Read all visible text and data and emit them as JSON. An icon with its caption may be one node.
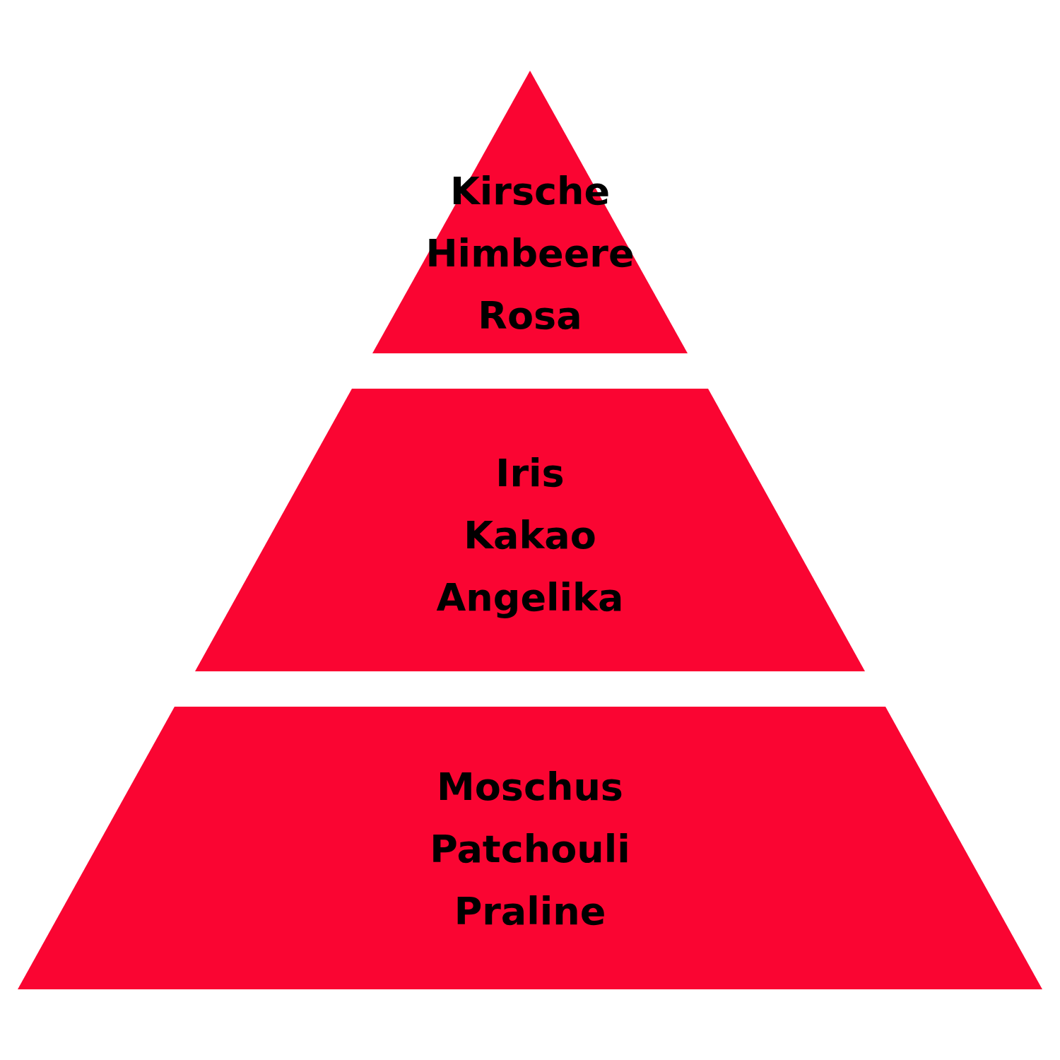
{
  "diagram": {
    "nodes": [
      {
        "text": [
          "Kirsche",
          "Himbeere",
          "Rosa"
        ]
      },
      {
        "text": [
          "Iris",
          "Kakao",
          "Angelika"
        ]
      },
      {
        "text": [
          "Moschus",
          "Patchouli",
          "Praline"
        ]
      }
    ]
  }
}
